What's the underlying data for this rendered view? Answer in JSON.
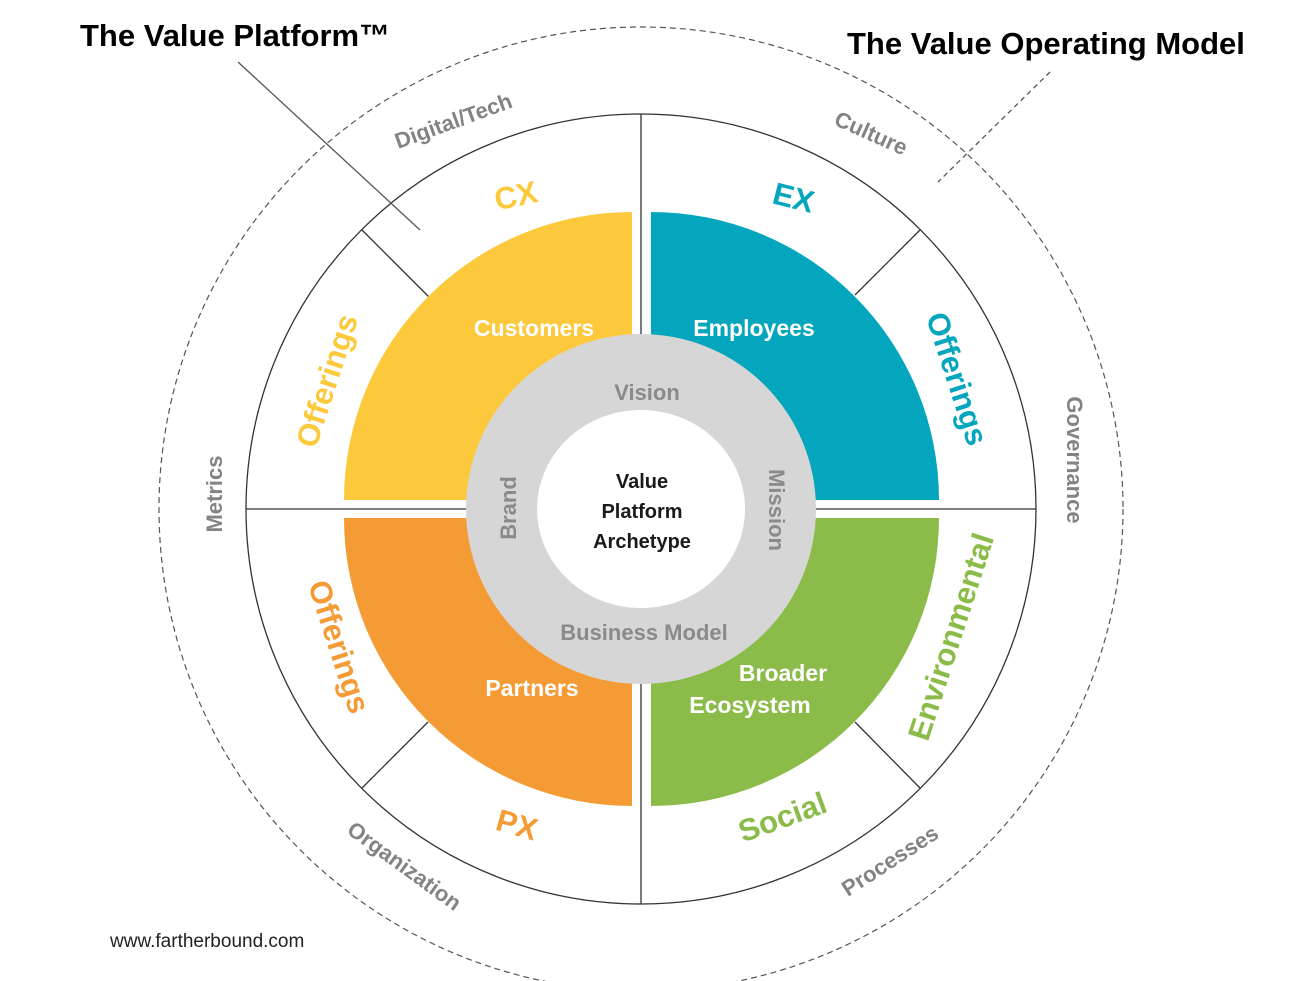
{
  "titles": {
    "left": "The Value Platform™",
    "right": "The Value Operating Model"
  },
  "outer_ring": {
    "digital_tech": "Digital/Tech",
    "culture": "Culture",
    "governance": "Governance",
    "processes": "Processes",
    "organization": "Organization",
    "metrics": "Metrics"
  },
  "segments": {
    "cx": "CX",
    "ex": "EX",
    "px": "PX",
    "social": "Social",
    "offerings_left_top": "Offerings",
    "offerings_right_top": "Offerings",
    "offerings_left_bottom": "Offerings",
    "environmental": "Environmental"
  },
  "sectors": {
    "customers": "Customers",
    "employees": "Employees",
    "partners": "Partners",
    "broader_line1": "Broader",
    "broader_line2": "Ecosystem"
  },
  "core_ring": {
    "vision": "Vision",
    "mission": "Mission",
    "business_model": "Business Model",
    "brand": "Brand"
  },
  "center": {
    "line1": "Value",
    "line2": "Platform",
    "line3": "Archetype"
  },
  "footer": "www.fartherbound.com",
  "colors": {
    "yellow": "#FDC93C",
    "teal": "#04A6BD",
    "orange": "#F59B36",
    "green": "#8BBC4A",
    "ring_gray": "#D6D6D6",
    "text_gray": "#838383"
  }
}
